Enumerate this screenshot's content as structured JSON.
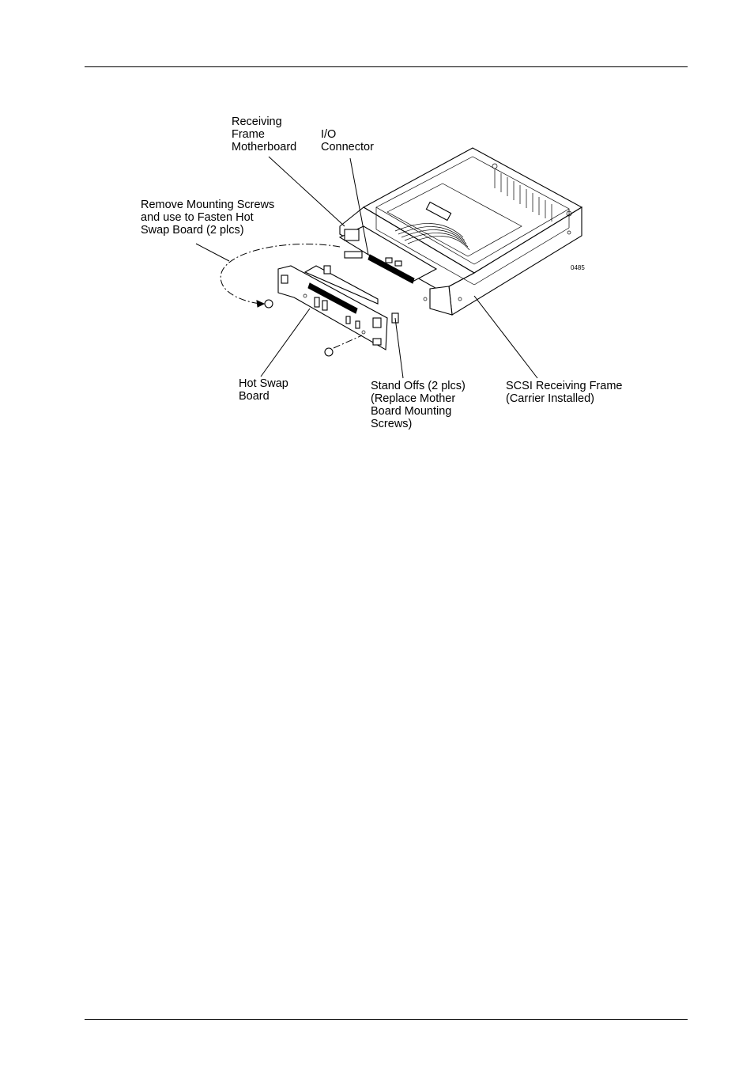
{
  "labels": {
    "receiving_frame_motherboard": [
      "Receiving",
      "Frame",
      "Motherboard"
    ],
    "io_connector": [
      "I/O",
      "Connector"
    ],
    "remove_mounting_screws": [
      "Remove Mounting Screws",
      "and use to Fasten Hot",
      "Swap Board (2 plcs)"
    ],
    "hot_swap_board": [
      "Hot Swap",
      "Board"
    ],
    "stand_offs": [
      "Stand Offs (2 plcs)",
      "(Replace Mother",
      "Board Mounting",
      "Screws)"
    ],
    "scsi_receiving_frame": [
      "SCSI Receiving Frame",
      "(Carrier Installed)"
    ],
    "figure_id": "0485"
  }
}
